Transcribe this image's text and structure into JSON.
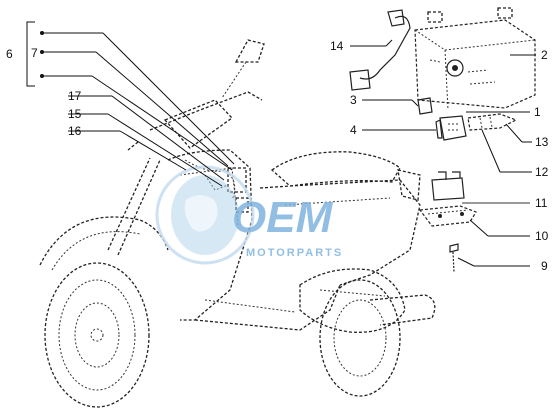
{
  "diagram": {
    "callouts": [
      {
        "id": "1",
        "label": "1"
      },
      {
        "id": "2",
        "label": "2"
      },
      {
        "id": "3",
        "label": "3"
      },
      {
        "id": "4",
        "label": "4"
      },
      {
        "id": "6",
        "label": "6"
      },
      {
        "id": "7",
        "label": "7"
      },
      {
        "id": "9",
        "label": "9"
      },
      {
        "id": "10",
        "label": "10"
      },
      {
        "id": "11",
        "label": "11"
      },
      {
        "id": "12",
        "label": "12"
      },
      {
        "id": "13",
        "label": "13"
      },
      {
        "id": "14",
        "label": "14"
      },
      {
        "id": "15",
        "label": "15"
      },
      {
        "id": "16",
        "label": "16"
      },
      {
        "id": "17",
        "label": "17"
      }
    ]
  },
  "watermark": {
    "brand": "OEM",
    "sub": "MOTORPARTS",
    "colors": {
      "primary": "#7fb3e0",
      "globe": "#a9cde9",
      "circle": "#c5dcf0"
    }
  },
  "colors": {
    "lines": "#111111",
    "background": "#ffffff"
  }
}
